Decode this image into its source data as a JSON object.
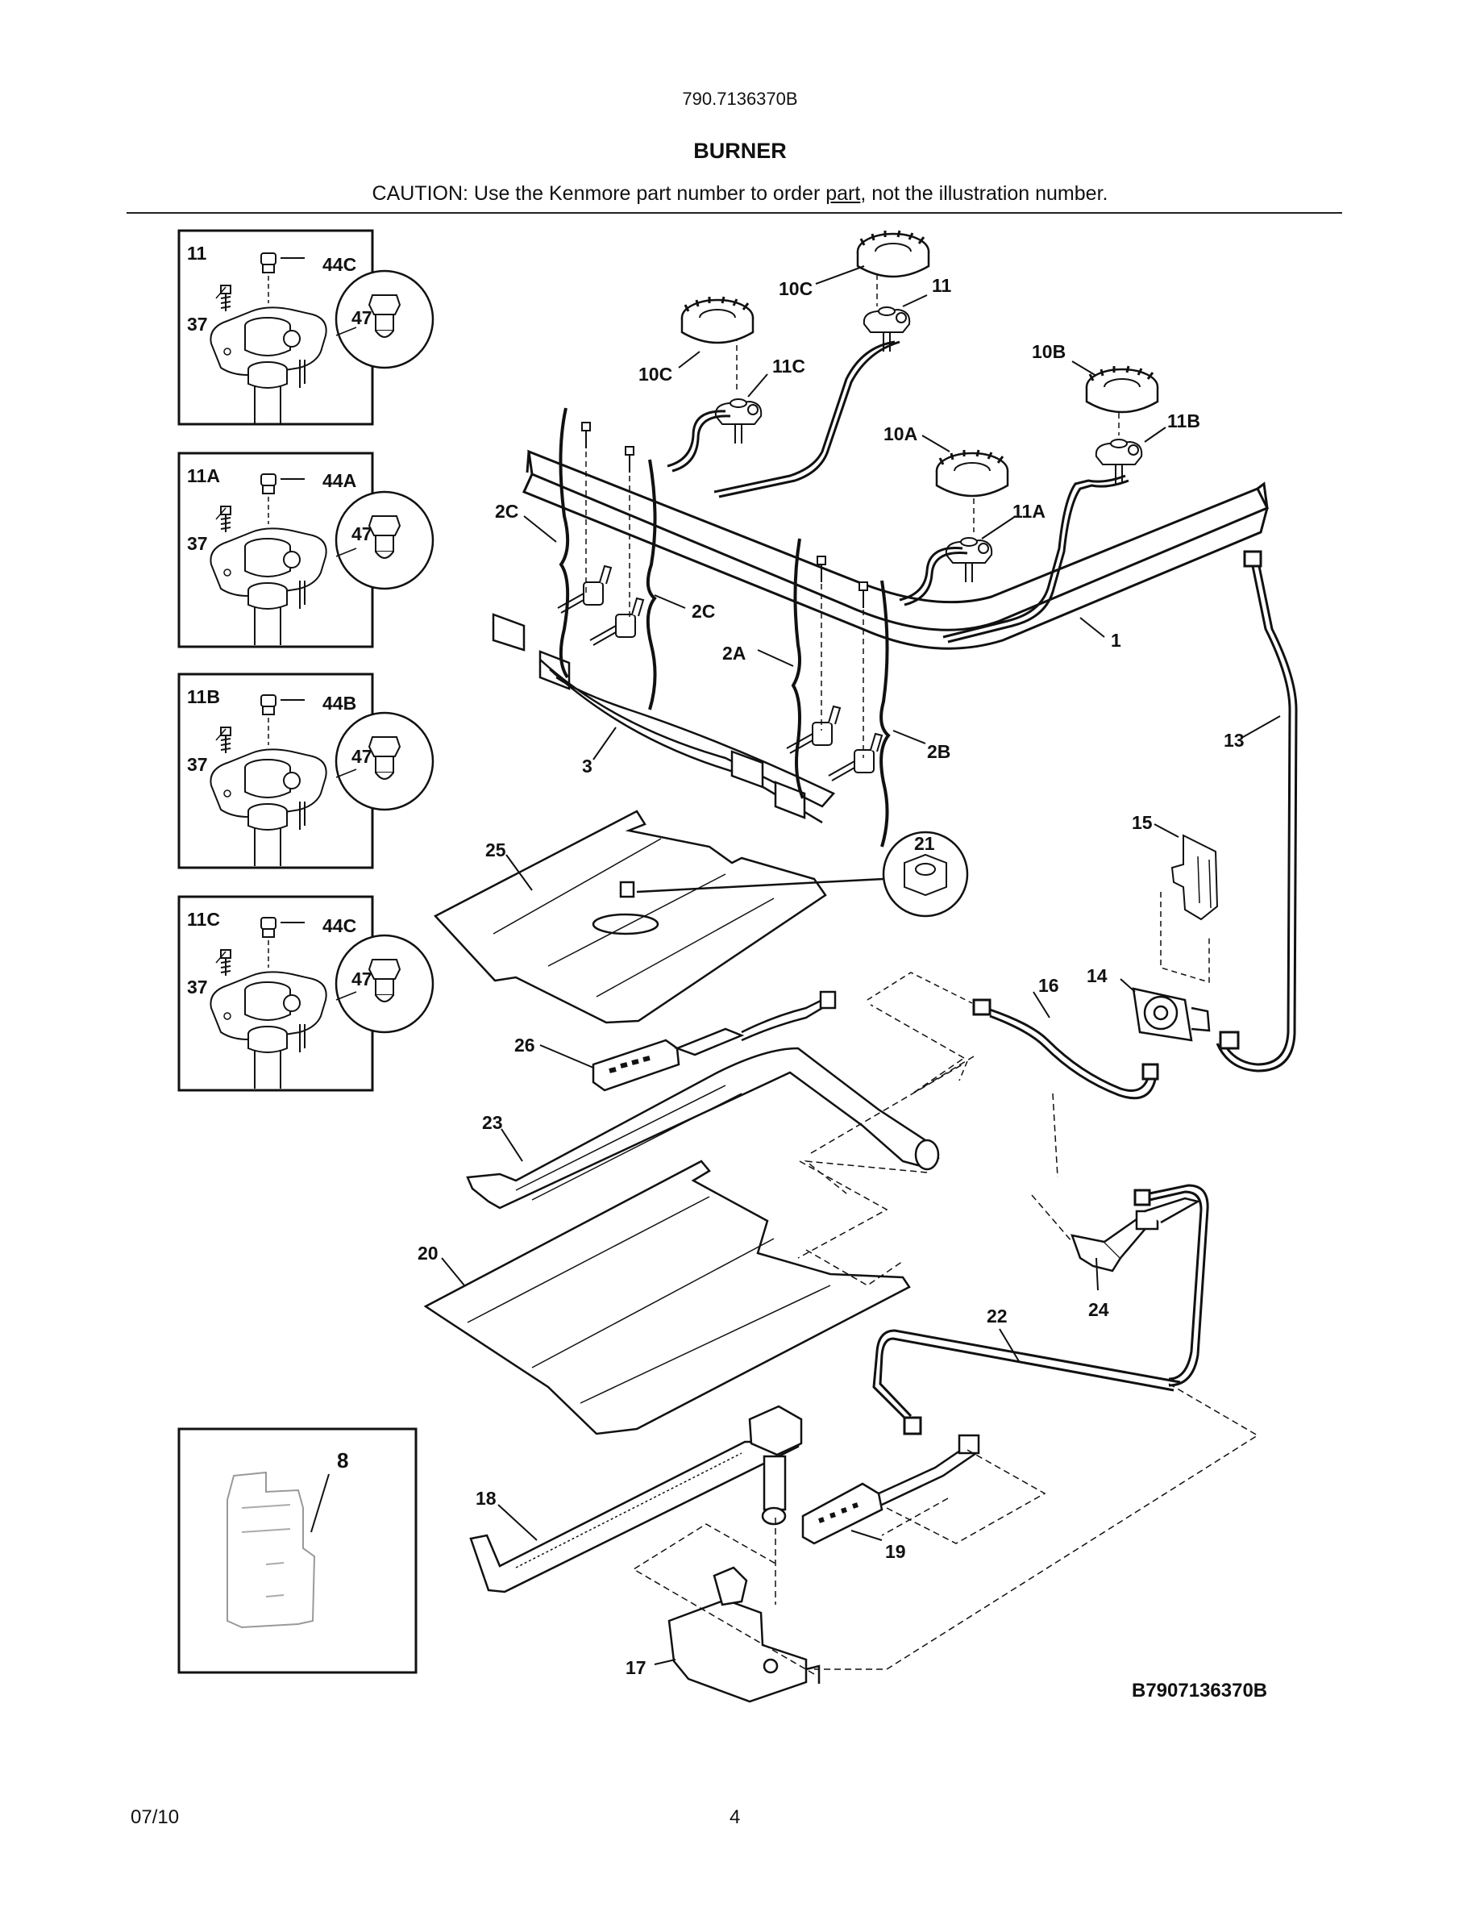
{
  "header": {
    "model": "790.7136370B",
    "title": "BURNER",
    "caution_before": "CAUTION: Use the Kenmore part number to order ",
    "caution_link": "part",
    "caution_after": ", not the illustration number."
  },
  "insets": [
    {
      "burner": "11",
      "screw": "37",
      "orifice": "44C",
      "spark": "47"
    },
    {
      "burner": "11A",
      "screw": "37",
      "orifice": "44A",
      "spark": "47"
    },
    {
      "burner": "11B",
      "screw": "37",
      "orifice": "44B",
      "spark": "47"
    },
    {
      "burner": "11C",
      "screw": "37",
      "orifice": "44C",
      "spark": "47"
    }
  ],
  "inset_8": {
    "label": "8"
  },
  "callouts": {
    "c10C_top": "10C",
    "c11_top": "11",
    "c10C_left": "10C",
    "c11C": "11C",
    "c10B": "10B",
    "c11B": "11B",
    "c10A": "10A",
    "c11A": "11A",
    "c2C_left": "2C",
    "c2C_right": "2C",
    "c2A": "2A",
    "c2B": "2B",
    "c1": "1",
    "c3": "3",
    "c13": "13",
    "c15": "15",
    "c21": "21",
    "c25": "25",
    "c16": "16",
    "c14": "14",
    "c26": "26",
    "c23": "23",
    "c20": "20",
    "c24": "24",
    "c22": "22",
    "c18": "18",
    "c19": "19",
    "c17": "17"
  },
  "diagram_code": "B7907136370B",
  "footer": {
    "date": "07/10",
    "page": "4"
  }
}
